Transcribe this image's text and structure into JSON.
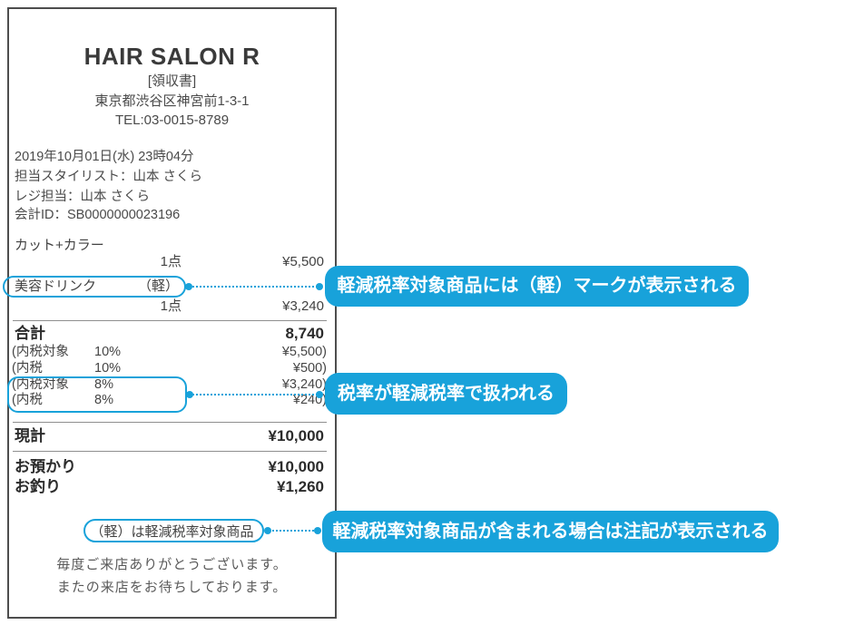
{
  "colors": {
    "accent": "#18a2da",
    "receipt_border": "#4d4d4d"
  },
  "receipt": {
    "title": "HAIR SALON R",
    "doc_type": "[領収書]",
    "address": "東京都渋谷区神宮前1-3-1",
    "tel": "TEL:03-0015-8789",
    "date": "2019年10月01日(水) 23時04分",
    "stylist": "担当スタイリスト：山本 さくら",
    "cashier": "レジ担当：山本 さくら",
    "account_id": "会計ID：SB0000000023196",
    "items": [
      {
        "name": "カット+カラー",
        "tag": "",
        "qty": "1点",
        "price": "¥5,500"
      },
      {
        "name": "美容ドリンク",
        "tag": "（軽）",
        "qty": "1点",
        "price": "¥3,240"
      }
    ],
    "total_label": "合計",
    "total_value": "8,740",
    "tax_rows": [
      {
        "label": "(内税対象",
        "rate": "10%",
        "amount": "¥5,500)"
      },
      {
        "label": "(内税",
        "rate": "10%",
        "amount": "¥500)"
      },
      {
        "label": "(内税対象",
        "rate": "8%",
        "amount": "¥3,240)"
      },
      {
        "label": "(内税",
        "rate": "8%",
        "amount": "¥240)"
      }
    ],
    "cash_total_label": "現計",
    "cash_total_value": "¥10,000",
    "deposit_label": "お預かり",
    "deposit_value": "¥10,000",
    "change_label": "お釣り",
    "change_value": "¥1,260",
    "note": "（軽）は軽減税率対象商品",
    "thanks": [
      "毎度ご来店ありがとうございます。",
      "またの来店をお待ちしております。"
    ]
  },
  "callouts": [
    {
      "text": "軽減税率対象商品には（軽）マークが表示される"
    },
    {
      "text": "税率が軽減税率で扱われる"
    },
    {
      "text": "軽減税率対象商品が含まれる場合は注記が表示される"
    }
  ]
}
